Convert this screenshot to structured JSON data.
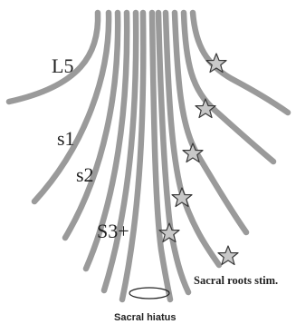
{
  "labels": {
    "l5": "L5",
    "s1": "s1",
    "s2": "s2",
    "s3": "S3+",
    "legend": "Sacral roots stim.",
    "hiatus": "Sacral hiatus"
  },
  "colors": {
    "root": "#9a9a9a",
    "star_fill": "#c8c8c8",
    "star_stroke": "#3a3a3a",
    "text": "#222222"
  }
}
